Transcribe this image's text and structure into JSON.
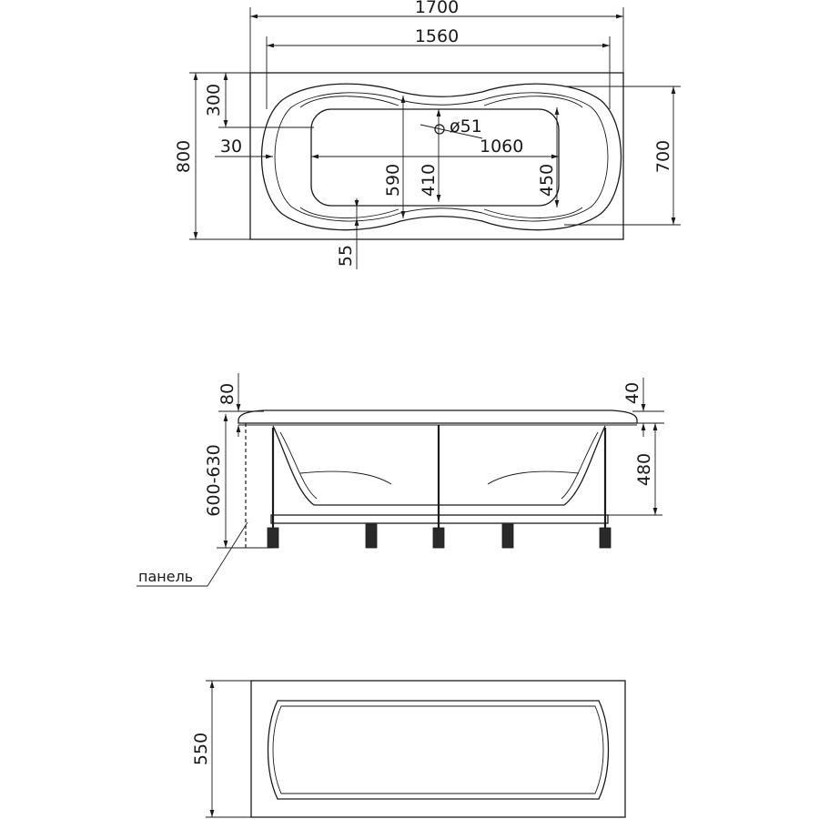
{
  "top_view": {
    "overall_length": "1700",
    "inner_length": "1560",
    "overall_width": "800",
    "inner_width": "700",
    "end_depth": "300",
    "end_offset": "30",
    "drain_diameter": "ø51",
    "bottom_length": "1060",
    "bottom_width_center": "410",
    "bottom_width_wide": "590",
    "bottom_width_right": "450",
    "rim_offset": "55"
  },
  "side_view": {
    "rim_left": "80",
    "rim_right": "40",
    "height_range": "600-630",
    "depth": "480",
    "panel_label": "панель"
  },
  "panel_view": {
    "panel_height": "550"
  }
}
